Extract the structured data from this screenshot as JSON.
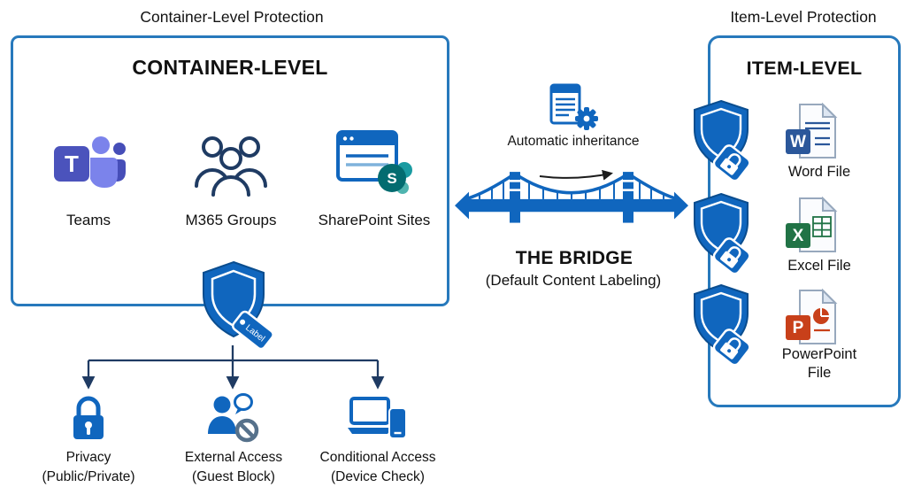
{
  "headers": {
    "container": "Container-Level Protection",
    "item": "Item-Level Protection"
  },
  "container_panel": {
    "title": "CONTAINER-LEVEL",
    "items": [
      {
        "label": "Teams",
        "icon": "teams-icon",
        "logo_letter": "T"
      },
      {
        "label": "M365 Groups",
        "icon": "m365-groups-icon"
      },
      {
        "label": "SharePoint Sites",
        "icon": "sharepoint-sites-icon",
        "logo_letter": "S"
      }
    ],
    "shield_tag_label": "Label"
  },
  "controls": [
    {
      "title": "Privacy",
      "subtitle": "(Public/Private)",
      "icon": "privacy-lock-icon"
    },
    {
      "title": "External Access",
      "subtitle": "(Guest Block)",
      "icon": "external-access-icon"
    },
    {
      "title": "Conditional Access",
      "subtitle": "(Device Check)",
      "icon": "conditional-access-icon"
    }
  ],
  "bridge": {
    "inheritance_label": "Automatic inheritance",
    "title": "THE BRIDGE",
    "subtitle": "(Default Content Labeling)"
  },
  "item_panel": {
    "title": "ITEM-LEVEL",
    "files": [
      {
        "label": "Word File",
        "letter": "W",
        "color": "#2B579A"
      },
      {
        "label": "Excel File",
        "letter": "X",
        "color": "#217346"
      },
      {
        "label": "PowerPoint File",
        "letter": "P",
        "color": "#C8401A"
      }
    ]
  },
  "colors": {
    "primary_blue": "#1066BE",
    "panel_border": "#2779BC",
    "connector_navy": "#1F3B63",
    "teams_purple": "#4B53BC",
    "sharepoint_teal": "#036C70"
  }
}
